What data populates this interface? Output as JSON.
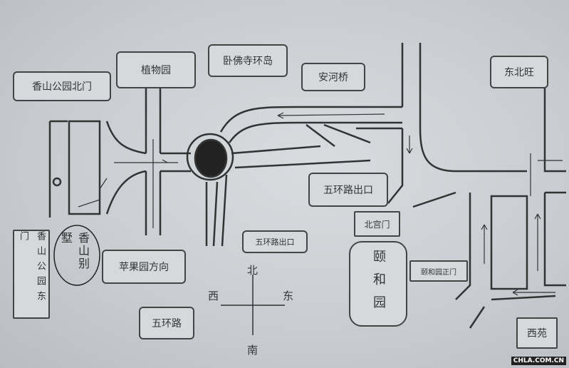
{
  "labels": {
    "xiangshan_north_gate": "香山公园北门",
    "botanical_garden": "植物园",
    "wofosi_roundabout": "卧佛寺环岛",
    "anhe_bridge": "安河桥",
    "dongbeiwang": "东北旺",
    "fifth_ring_exit_1": "五环路出口",
    "fifth_ring_exit_2": "五环路出口",
    "beigongmen": "北宫门",
    "summer_palace": "颐和园",
    "summer_palace_main_gate": "颐和园正门",
    "xiyuan": "西苑",
    "fifth_ring_road": "五环路",
    "pingguoyuan_direction": "苹果园方向",
    "xiangshan_villa": "香山别墅",
    "xiangshan_east_gate": "香山公园东门"
  },
  "compass": {
    "north": "北",
    "south": "南",
    "west": "西",
    "east": "东"
  },
  "watermark": "CHLA.COM.CN"
}
